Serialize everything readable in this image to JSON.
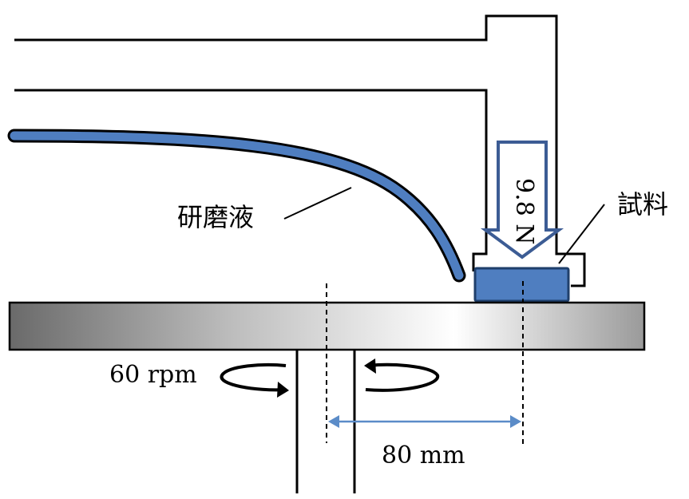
{
  "labels": {
    "slurry": "研磨液",
    "sample": "試料",
    "speed": "60 rpm",
    "radius": "80 mm",
    "load": "9.8 N"
  },
  "colors": {
    "accent_blue": "#4F7EC0",
    "dark_blue_outline": "#1F3F6B",
    "arrow_outline": "#3C5C94",
    "dimension_line": "#5B8CC8",
    "platen_dark": "#6A6A6A",
    "platen_light": "#FFFFFF",
    "stroke": "#000000"
  },
  "icons": {
    "rotation_left": "ccw-rotation-arrow-icon",
    "rotation_right": "cw-rotation-arrow-icon",
    "load_arrow": "down-arrow-icon"
  }
}
